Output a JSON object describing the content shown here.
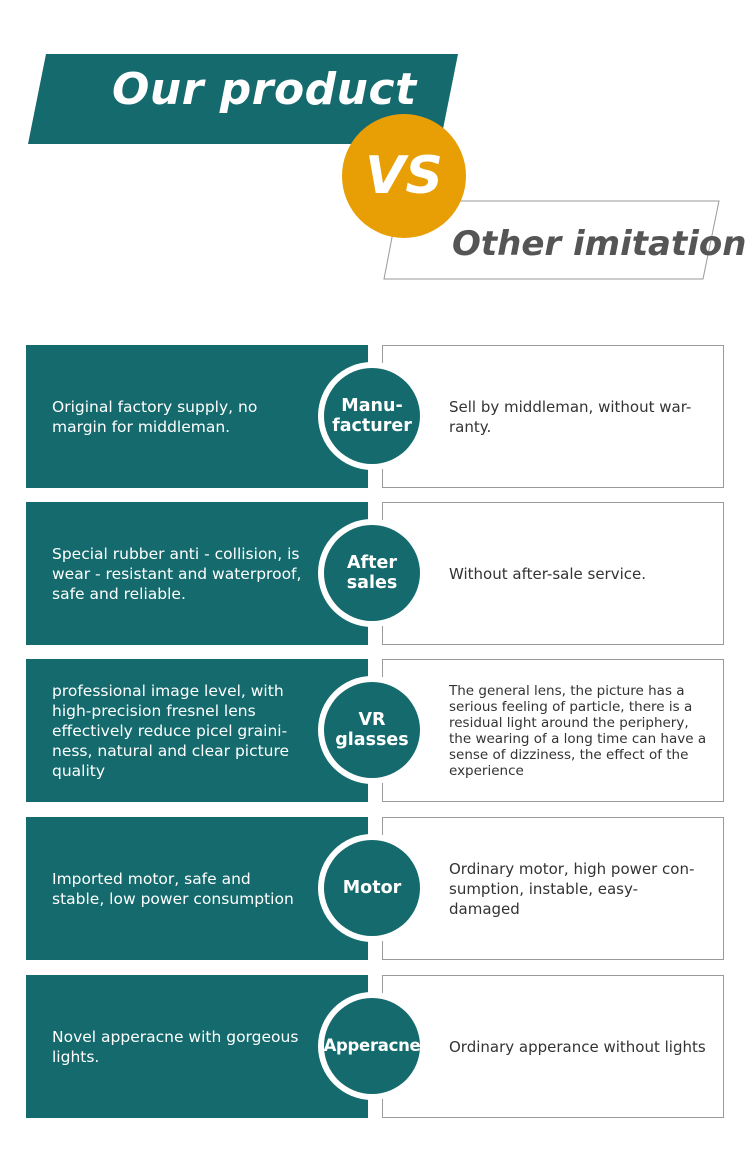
{
  "header": {
    "ours": "Our product",
    "vs": "VS",
    "other": "Other imitation"
  },
  "rows": [
    {
      "category": "Manu-\nfacturer",
      "ours": "Original factory supply, no margin for middleman.",
      "other": "Sell by middleman, without war- ranty."
    },
    {
      "category": "After\nsales",
      "ours": "Special rubber anti - collision, is wear - resistant and waterproof, safe and reliable.",
      "other": "Without after-sale service."
    },
    {
      "category": "VR\nglasses",
      "ours": "professional image level, with high-precision fresnel lens effectively reduce picel graini- ness, natural and clear picture quality",
      "other": "The general lens, the picture has a serious feeling of particle, there is a residual light around the periphery, the wearing of a long time can have a sense of dizziness, the effect of the experience"
    },
    {
      "category": "Motor",
      "ours": "Imported motor, safe and stable, low power consumption",
      "other": "Ordinary motor, high power con- sumption, instable, easy-damaged"
    },
    {
      "category": "Apperacne",
      "ours": "Novel apperacne with gorgeous lights.",
      "other": "Ordinary apperance without lights"
    }
  ],
  "colors": {
    "teal": "#146a6c",
    "orange": "#e89e05",
    "border": "#9a9a9a"
  }
}
